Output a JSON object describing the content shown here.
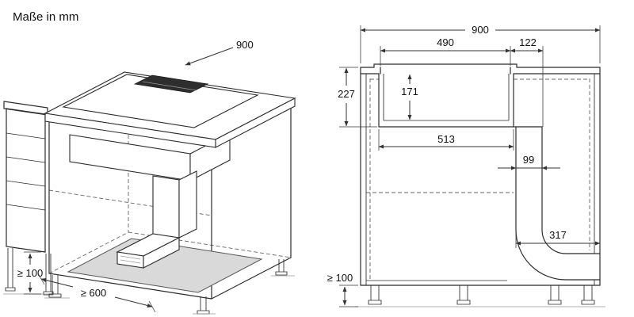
{
  "title": "Maße in mm",
  "colors": {
    "panel_gray": "#d9d9d9",
    "vent_dark": "#2e2e2e"
  },
  "iso_view": {
    "dim_width": "900",
    "dim_plinth_height": "≥ 100",
    "dim_depth": "≥ 600"
  },
  "front_view": {
    "dim_width": "900",
    "dim_cutout_width": "490",
    "dim_duct_offset": "122",
    "dim_total_height": "227",
    "dim_inner_height": "171",
    "dim_box_width": "513",
    "dim_duct_width": "99",
    "dim_side_clearance": "317",
    "dim_plinth_height": "≥ 100"
  }
}
